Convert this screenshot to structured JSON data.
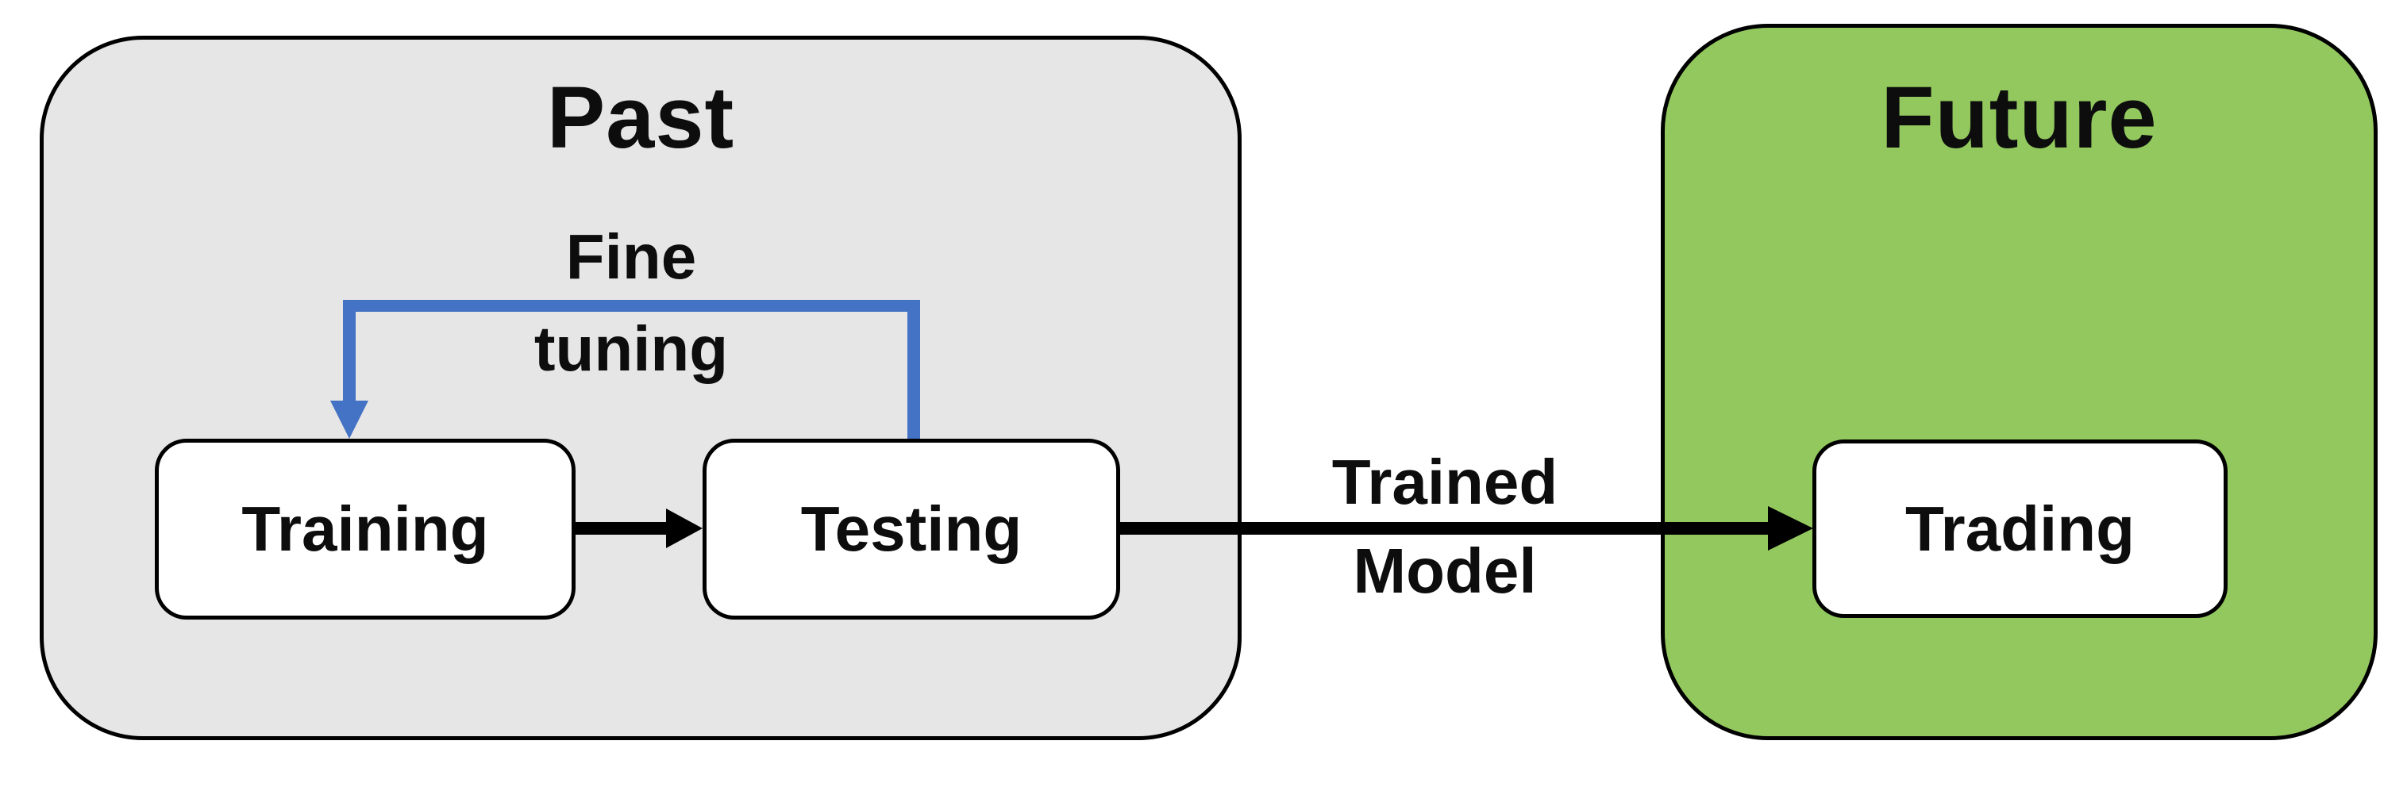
{
  "diagram": {
    "past": {
      "title": "Past",
      "fill": "#E7E6E6",
      "nodes": {
        "training": "Training",
        "testing": "Testing"
      }
    },
    "future": {
      "title": "Future",
      "fill": "#92C85E",
      "nodes": {
        "trading": "Trading"
      }
    },
    "fine_tuning_arrow": {
      "label_line1": "Fine",
      "label_line2": "tuning",
      "color": "#4472C4"
    },
    "trained_model_arrow": {
      "label_line1": "Trained",
      "label_line2": "Model",
      "color": "#000000"
    },
    "colors": {
      "outline": "#000000",
      "text": "#0d0d0d",
      "background": "#ffffff"
    }
  }
}
